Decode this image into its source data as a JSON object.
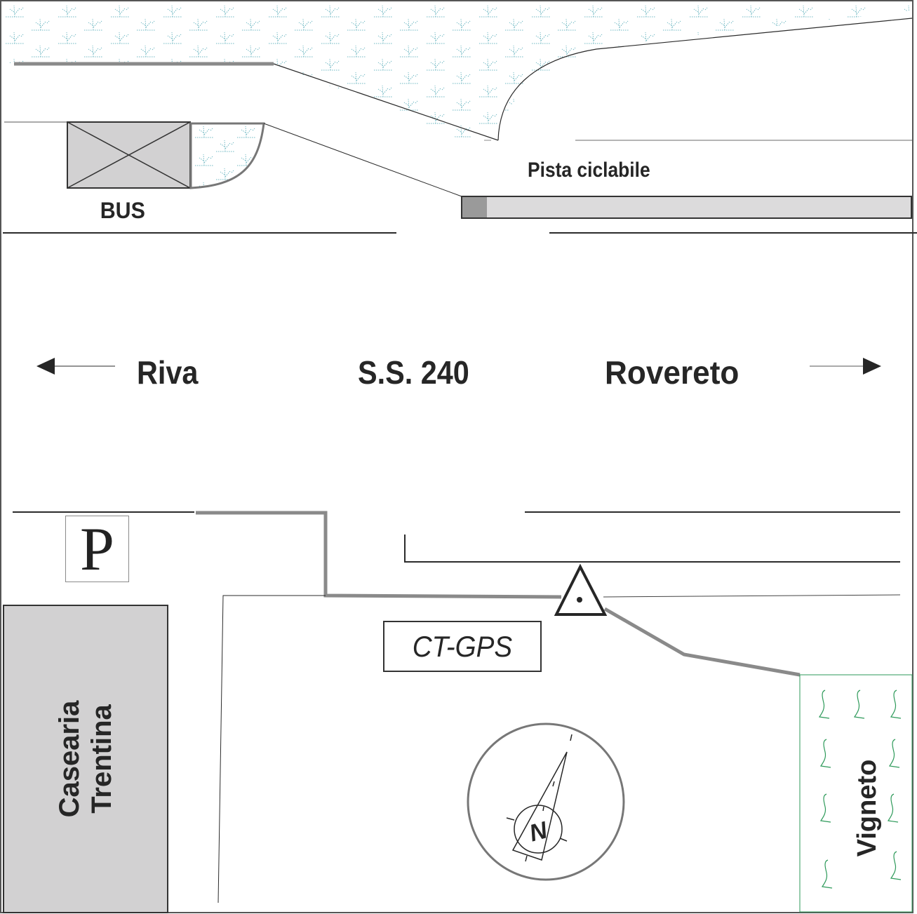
{
  "map": {
    "labels": {
      "bus": "BUS",
      "bike_path": "Pista ciclabile",
      "direction_west": "Riva",
      "road_name": "S.S. 240",
      "direction_east": "Rovereto",
      "parking": "P",
      "building_line1": "Casearia",
      "building_line2": "Trentina",
      "station": "CT-GPS",
      "vineyard": "Vigneto",
      "compass_north": "N"
    },
    "icons": {
      "west_arrow": "arrow-left-icon",
      "east_arrow": "arrow-right-icon",
      "station_marker": "triangle-benchmark-icon",
      "north_arrow": "compass-icon",
      "parking": "parking-icon",
      "vegetation": "marsh-grass-icon",
      "vines": "vine-icon"
    },
    "colors": {
      "line": "#2b2b2b",
      "path_gray": "#8a8a8a",
      "building_fill": "#d2d1d2",
      "bike_path_fill": "#dcdbdc",
      "bike_path_end": "#9a9a9a",
      "marsh": "#6fb8c3",
      "vineyard": "#2e9a5a"
    }
  }
}
